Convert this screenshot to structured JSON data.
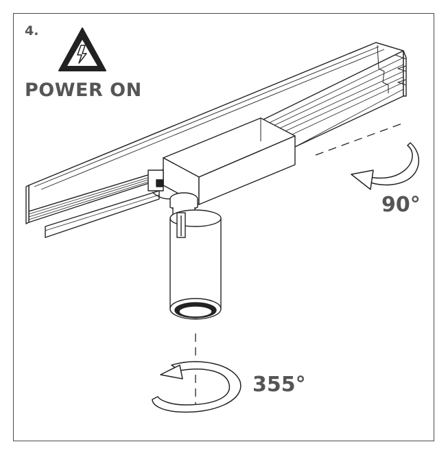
{
  "step": {
    "number": "4."
  },
  "warning": {
    "icon": "high-voltage-warning-icon",
    "text": "POWER ON"
  },
  "rotations": {
    "adapter": {
      "angle": "90°"
    },
    "spotlight": {
      "angle": "355°"
    }
  },
  "colors": {
    "line": "#222222",
    "text": "#555555",
    "frame": "#4a4a4a"
  }
}
